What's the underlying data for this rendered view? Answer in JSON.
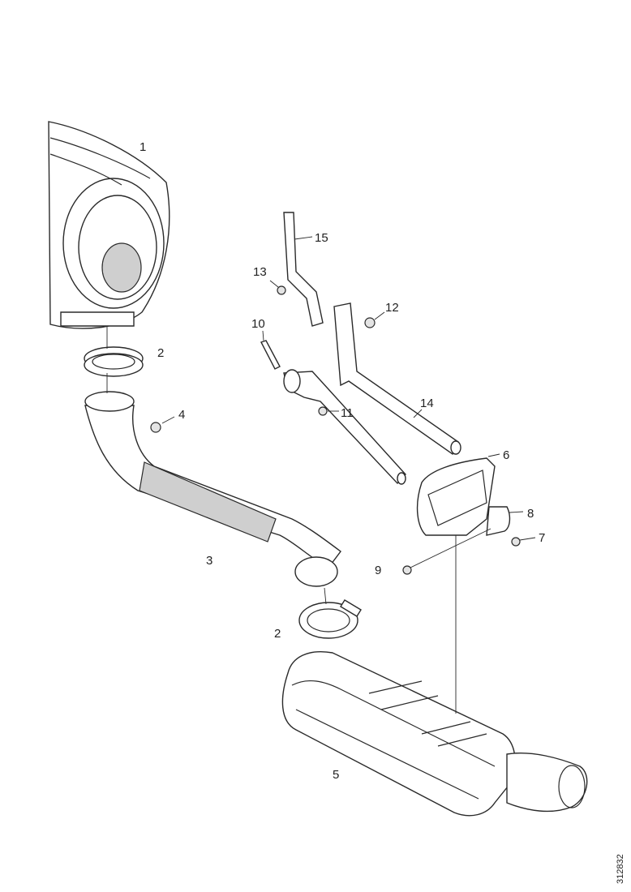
{
  "figure": {
    "reference_number": "312832",
    "callouts": [
      "1",
      "2",
      "2",
      "3",
      "4",
      "5",
      "6",
      "7",
      "8",
      "9",
      "10",
      "11",
      "12",
      "13",
      "14",
      "15"
    ]
  }
}
